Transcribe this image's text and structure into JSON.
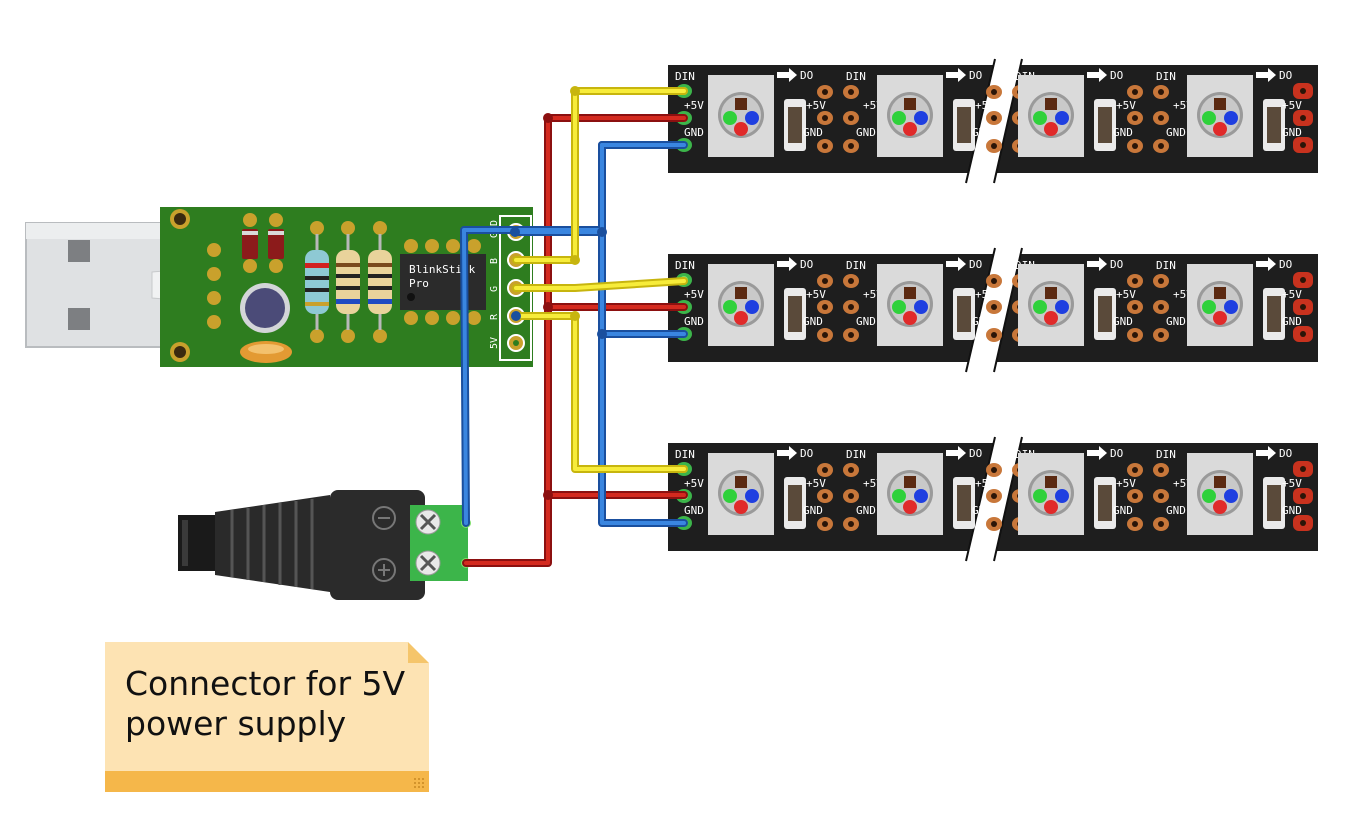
{
  "controller": {
    "chip_label_line1": "BlinkStick",
    "chip_label_line2": "Pro",
    "header_pins": [
      "GND",
      "B",
      "G",
      "R",
      "5V"
    ]
  },
  "strip_labels": {
    "din": "DIN",
    "do": "DO",
    "plus5v": "+5V",
    "gnd": "GND"
  },
  "note": {
    "text": "Connector for 5V\npower supply"
  },
  "colors": {
    "wire_data": "#f5e51b",
    "wire_power": "#c01515",
    "wire_ground": "#2a6fd1",
    "pcb": "#2e7d1f",
    "strip": "#1e1e1e",
    "pad": "#c8773a",
    "end_pad": "#c8321e",
    "terminal": "#3cb54a",
    "note_fill": "#fde3b3",
    "note_bar": "#f5b74a"
  },
  "icons": {
    "usb_plug": "usb-a-plug",
    "dc_jack": "dc-barrel-jack",
    "minus": "minus-symbol",
    "plus": "plus-symbol",
    "screw": "screw-terminal",
    "led": "rgb-led",
    "arrow": "data-direction-arrow"
  }
}
